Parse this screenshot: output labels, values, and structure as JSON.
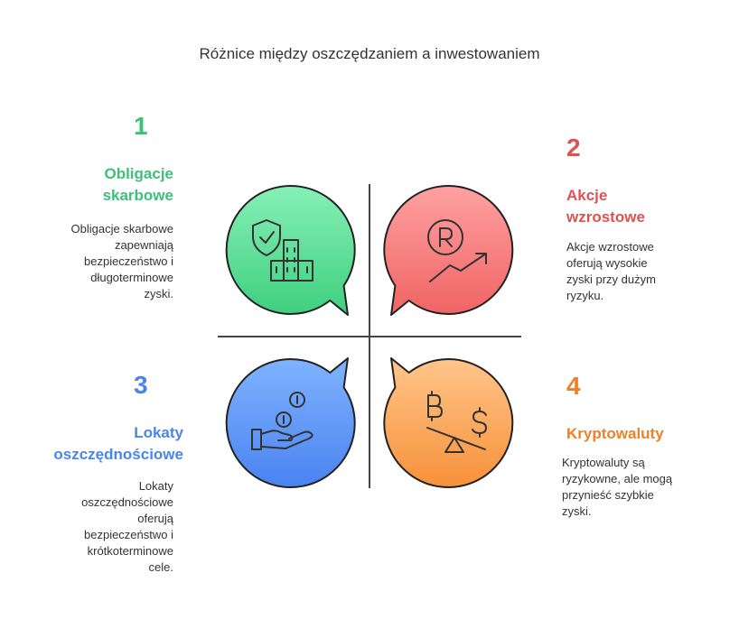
{
  "title": "Różnice między oszczędzaniem a inwestowaniem",
  "colors": {
    "green": "#3dc07a",
    "red": "#e05252",
    "blue": "#4a86e8",
    "orange": "#e8832a",
    "line": "#444444"
  },
  "quadrants": [
    {
      "number": "1",
      "heading_lines": [
        "Obligacje",
        "skarbowe"
      ],
      "desc_lines": [
        "Obligacje skarbowe",
        "zapewniają",
        "bezpieczeństwo i",
        "długoterminowe",
        "zyski."
      ],
      "icon": "shield-building-icon"
    },
    {
      "number": "2",
      "heading_lines": [
        "Akcje",
        "wzrostowe"
      ],
      "desc_lines": [
        "Akcje wzrostowe",
        "oferują wysokie",
        "zyski przy dużym",
        "ryzyku."
      ],
      "icon": "rand-growth-icon"
    },
    {
      "number": "3",
      "heading_lines": [
        "Lokaty",
        "oszczędnościowe"
      ],
      "desc_lines": [
        "Lokaty",
        "oszczędnościowe",
        "oferują",
        "bezpieczeństwo i",
        "krótkoterminowe",
        "cele."
      ],
      "icon": "hand-coins-icon"
    },
    {
      "number": "4",
      "heading_lines": [
        "Kryptowaluty"
      ],
      "desc_lines": [
        "Kryptowaluty są",
        "ryzykowne, ale mogą",
        "przynieść szybkie",
        "zyski."
      ],
      "icon": "bitcoin-dollar-scale-icon"
    }
  ]
}
